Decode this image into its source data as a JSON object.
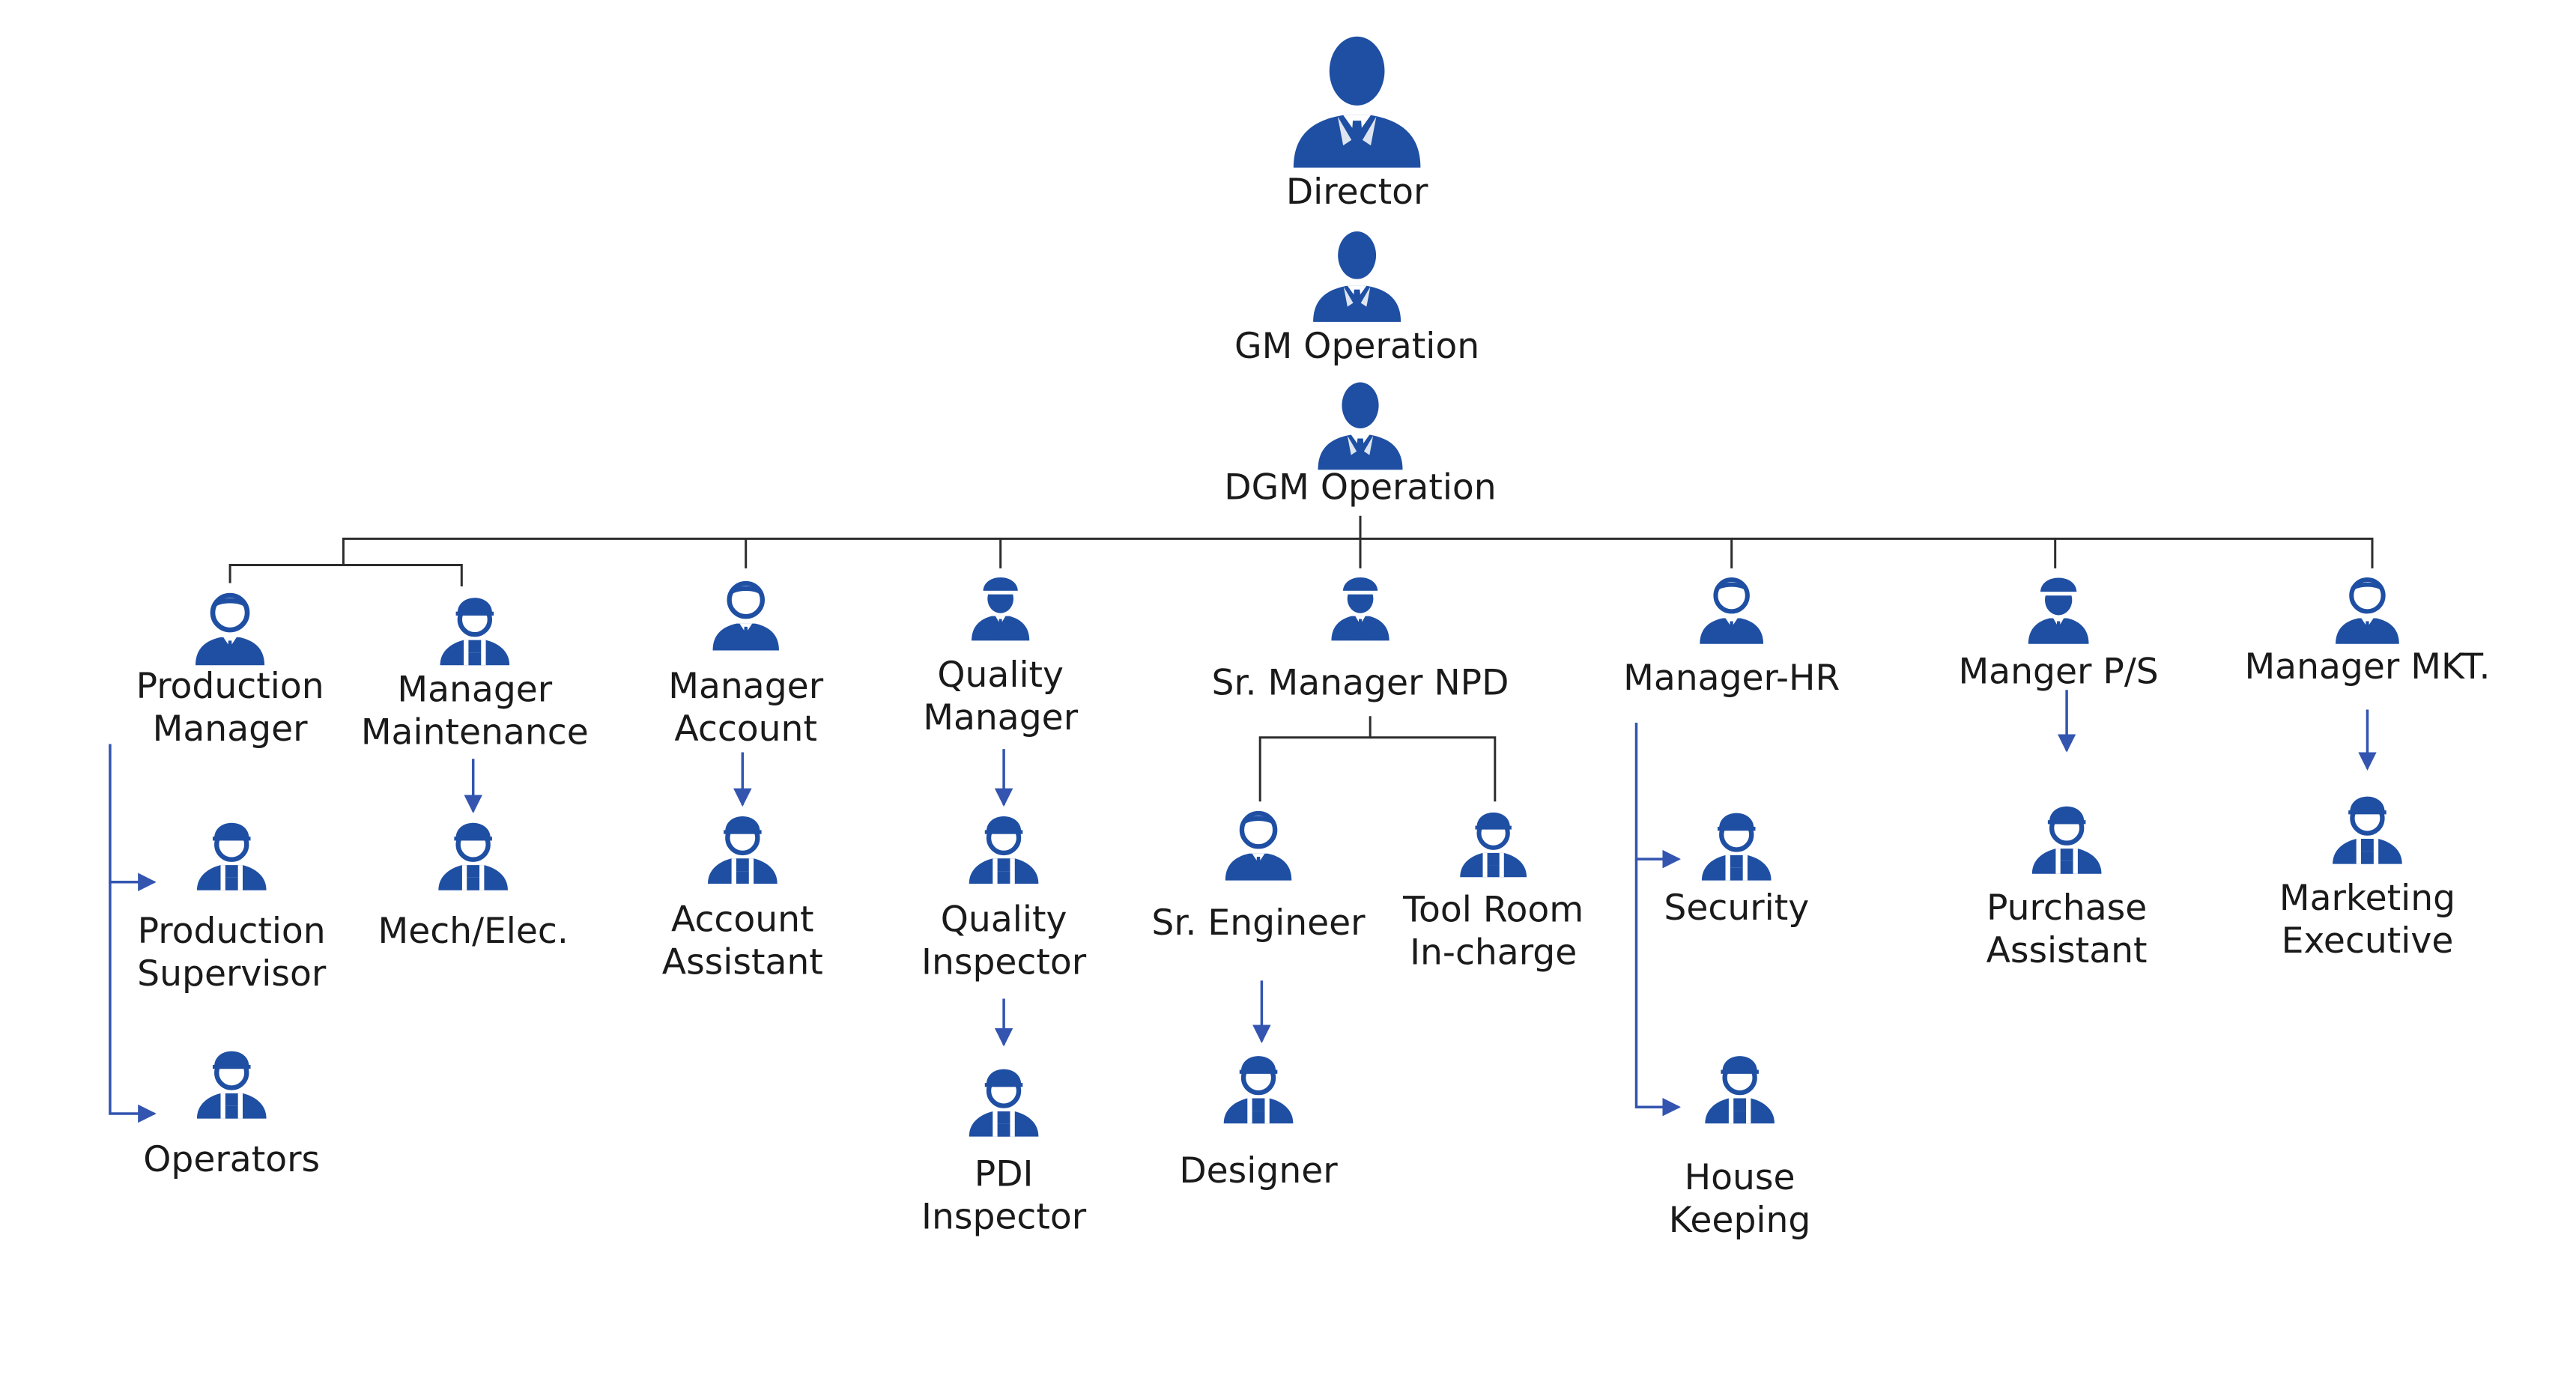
{
  "colors": {
    "icon": "#1f4fa3",
    "line": "#2d2d2d",
    "arrow": "#3355b0",
    "text": "#1a1a1a"
  },
  "nodes": [
    {
      "id": "director",
      "icon": "exec-person-icon",
      "lines": [
        "Director"
      ]
    },
    {
      "id": "gm",
      "icon": "exec-person-icon",
      "lines": [
        "GM Operation"
      ]
    },
    {
      "id": "dgm",
      "icon": "exec-person-icon",
      "lines": [
        "DGM Operation"
      ]
    },
    {
      "id": "prod-mgr",
      "icon": "manager-person-icon",
      "lines": [
        "Production",
        "Manager"
      ]
    },
    {
      "id": "mgr-maint",
      "icon": "worker-person-icon",
      "lines": [
        "Manager",
        "Maintenance"
      ]
    },
    {
      "id": "mgr-acct",
      "icon": "manager-person-icon",
      "lines": [
        "Manager",
        "Account"
      ]
    },
    {
      "id": "quality-mgr",
      "icon": "helmet-person-icon",
      "lines": [
        "Quality",
        "Manager"
      ]
    },
    {
      "id": "sr-mgr-npd",
      "icon": "helmet-person-icon",
      "lines": [
        "Sr. Manager NPD"
      ]
    },
    {
      "id": "mgr-hr",
      "icon": "manager-person-icon",
      "lines": [
        "Manager-HR"
      ]
    },
    {
      "id": "mgr-ps",
      "icon": "helmet-person-icon",
      "lines": [
        "Manger P/S"
      ]
    },
    {
      "id": "mgr-mkt",
      "icon": "manager-person-icon",
      "lines": [
        "Manager MKT."
      ]
    },
    {
      "id": "prod-sup",
      "icon": "worker-person-icon",
      "lines": [
        "Production",
        "Supervisor"
      ]
    },
    {
      "id": "operators",
      "icon": "worker-person-icon",
      "lines": [
        "Operators"
      ]
    },
    {
      "id": "mech-elec",
      "icon": "worker-person-icon",
      "lines": [
        "Mech/Elec."
      ]
    },
    {
      "id": "acct-asst",
      "icon": "worker-person-icon",
      "lines": [
        "Account",
        "Assistant"
      ]
    },
    {
      "id": "quality-insp",
      "icon": "worker-person-icon",
      "lines": [
        "Quality",
        "Inspector"
      ]
    },
    {
      "id": "pdi-insp",
      "icon": "worker-person-icon",
      "lines": [
        "PDI",
        "Inspector"
      ]
    },
    {
      "id": "sr-engineer",
      "icon": "manager-person-icon",
      "lines": [
        "Sr. Engineer"
      ]
    },
    {
      "id": "tool-room",
      "icon": "worker-person-icon",
      "lines": [
        "Tool Room",
        "In-charge"
      ]
    },
    {
      "id": "designer",
      "icon": "worker-person-icon",
      "lines": [
        "Designer"
      ]
    },
    {
      "id": "security",
      "icon": "worker-person-icon",
      "lines": [
        "Security"
      ]
    },
    {
      "id": "house-keeping",
      "icon": "worker-person-icon",
      "lines": [
        "House",
        "Keeping"
      ]
    },
    {
      "id": "purchase-asst",
      "icon": "worker-person-icon",
      "lines": [
        "Purchase",
        "Assistant"
      ]
    },
    {
      "id": "marketing-exec",
      "icon": "worker-person-icon",
      "lines": [
        "Marketing",
        "Executive"
      ]
    }
  ],
  "edges": [
    {
      "from": "director",
      "to": "gm"
    },
    {
      "from": "gm",
      "to": "dgm"
    },
    {
      "from": "dgm",
      "to": "prod-mgr"
    },
    {
      "from": "dgm",
      "to": "mgr-maint"
    },
    {
      "from": "dgm",
      "to": "mgr-acct"
    },
    {
      "from": "dgm",
      "to": "quality-mgr"
    },
    {
      "from": "dgm",
      "to": "sr-mgr-npd"
    },
    {
      "from": "dgm",
      "to": "mgr-hr"
    },
    {
      "from": "dgm",
      "to": "mgr-ps"
    },
    {
      "from": "dgm",
      "to": "mgr-mkt"
    },
    {
      "from": "prod-mgr",
      "to": "prod-sup"
    },
    {
      "from": "prod-mgr",
      "to": "operators"
    },
    {
      "from": "mgr-maint",
      "to": "mech-elec"
    },
    {
      "from": "mgr-acct",
      "to": "acct-asst"
    },
    {
      "from": "quality-mgr",
      "to": "quality-insp"
    },
    {
      "from": "quality-insp",
      "to": "pdi-insp"
    },
    {
      "from": "sr-mgr-npd",
      "to": "sr-engineer"
    },
    {
      "from": "sr-mgr-npd",
      "to": "tool-room"
    },
    {
      "from": "sr-engineer",
      "to": "designer"
    },
    {
      "from": "mgr-hr",
      "to": "security"
    },
    {
      "from": "mgr-hr",
      "to": "house-keeping"
    },
    {
      "from": "mgr-ps",
      "to": "purchase-asst"
    },
    {
      "from": "mgr-mkt",
      "to": "marketing-exec"
    }
  ]
}
